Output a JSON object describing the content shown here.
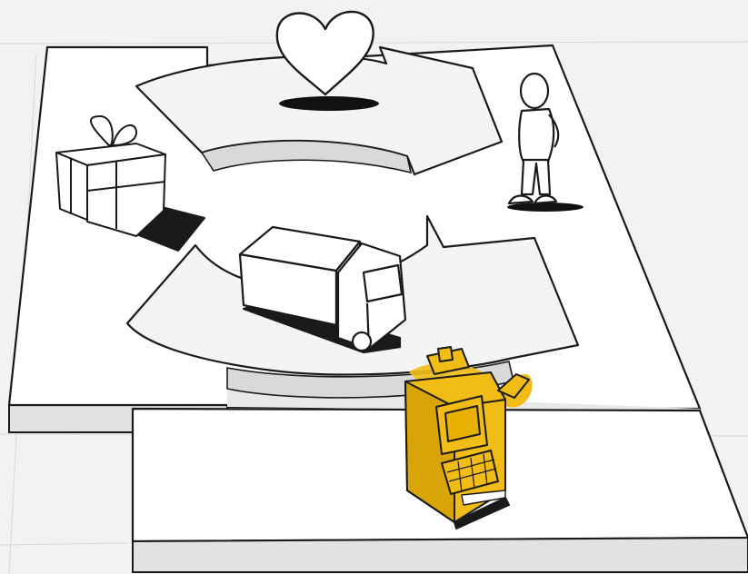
{
  "diagram": {
    "kind": "business-model-canvas-sketch",
    "elements": [
      {
        "id": "value-proposition",
        "icon": "heart-icon"
      },
      {
        "id": "customer-segment",
        "icon": "person-icon"
      },
      {
        "id": "key-offer",
        "icon": "gift-box-icon"
      },
      {
        "id": "channels",
        "icon": "delivery-truck-icon"
      },
      {
        "id": "revenue-streams",
        "icon": "cash-register-icon",
        "highlighted": true
      }
    ],
    "colors": {
      "background": "#f2f2f2",
      "board": "#ffffff",
      "board_edge": "#dedede",
      "ink": "#1a1a1a",
      "highlight": "#f2bc16",
      "highlight_dark": "#d9a408"
    }
  }
}
